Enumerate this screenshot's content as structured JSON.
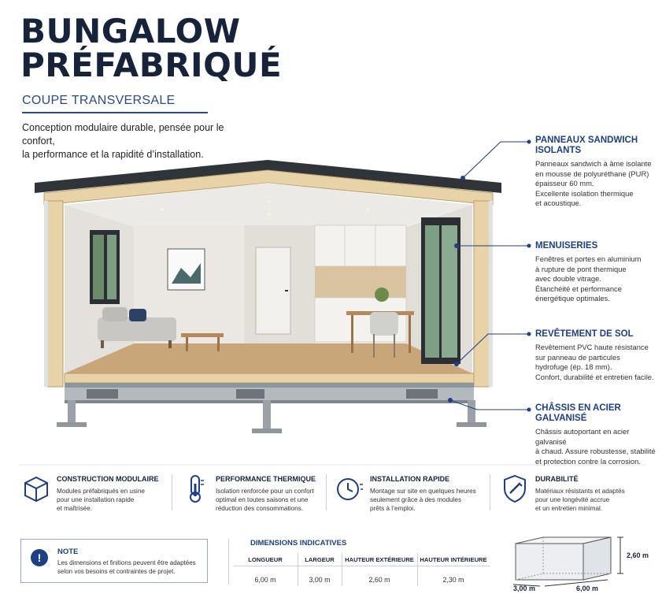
{
  "header": {
    "title_line1": "BUNGALOW",
    "title_line2": "PRÉFABRIQUÉ",
    "subtitle": "COUPE TRANSVERSALE",
    "intro_line1": "Conception modulaire durable, pensée pour le confort,",
    "intro_line2": "la performance et la rapidité d’installation."
  },
  "callouts": [
    {
      "title_line1": "PANNEAUX SANDWICH",
      "title_line2": "ISOLANTS",
      "lines": [
        "Panneaux sandwich à âme isolante",
        "en mousse de polyuréthane (PUR)",
        "épaisseur 60 mm.",
        "Excellente isolation thermique",
        "et acoustique."
      ]
    },
    {
      "title_line1": "MENUISERIES",
      "title_line2": "",
      "lines": [
        "Fenêtres et portes en aluminium",
        "à rupture de pont thermique",
        "avec double vitrage.",
        "Étanchéité et performance",
        "énergétique optimales."
      ]
    },
    {
      "title_line1": "REVÊTEMENT DE SOL",
      "title_line2": "",
      "lines": [
        "Revêtement PVC haute résistance",
        "sur panneau de particules",
        "hydrofuge (ép. 18 mm).",
        "Confort, durabilité et entretien facile."
      ]
    },
    {
      "title_line1": "CHÂSSIS EN ACIER",
      "title_line2": "GALVANISÉ",
      "lines": [
        "Châssis autoportant en acier galvanisé",
        "à chaud. Assure robustesse, stabilité",
        "et protection contre la corrosion."
      ]
    }
  ],
  "features": [
    {
      "icon": "cube-icon",
      "title": "CONSTRUCTION MODULAIRE",
      "lines": [
        "Modules préfabriqués en usine",
        "pour une installation rapide",
        "et maîtrisée."
      ]
    },
    {
      "icon": "thermometer-icon",
      "title": "PERFORMANCE THERMIQUE",
      "lines": [
        "Isolation renforcée pour un confort",
        "optimal en toutes saisons et une",
        "réduction des consommations."
      ]
    },
    {
      "icon": "clock-icon",
      "title": "INSTALLATION RAPIDE",
      "lines": [
        "Montage sur site en quelques heures",
        "seulement grâce à des modules",
        "prêts à l’emploi."
      ]
    },
    {
      "icon": "shield-icon",
      "title": "DURABILITÉ",
      "lines": [
        "Matériaux résistants et adaptés",
        "pour une longévité accrue",
        "et un entretien minimal."
      ]
    }
  ],
  "note": {
    "icon": "exclamation-icon",
    "title": "NOTE",
    "line1": "Les dimensions et finitions peuvent être adaptées",
    "line2": "selon vos besoins et contraintes de projet."
  },
  "dimensions": {
    "title": "DIMENSIONS INDICATIVES",
    "columns": [
      {
        "label": "LONGUEUR",
        "value": "6,00 m"
      },
      {
        "label": "LARGEUR",
        "value": "3,00 m"
      },
      {
        "label": "HAUTEUR EXTÉRIEURE",
        "value": "2,60 m"
      },
      {
        "label": "HAUTEUR INTÉRIEURE",
        "value": "2,30 m"
      }
    ],
    "box_labels": {
      "height": "2,60 m",
      "width": "3,00 m",
      "length": "6,00 m"
    }
  },
  "colors": {
    "accent": "#1d3f86",
    "title": "#16233a",
    "insulation": "#e7d3a7",
    "roof": "#2f3438",
    "floor": "#c9a57a",
    "steel": "#8e959b"
  }
}
